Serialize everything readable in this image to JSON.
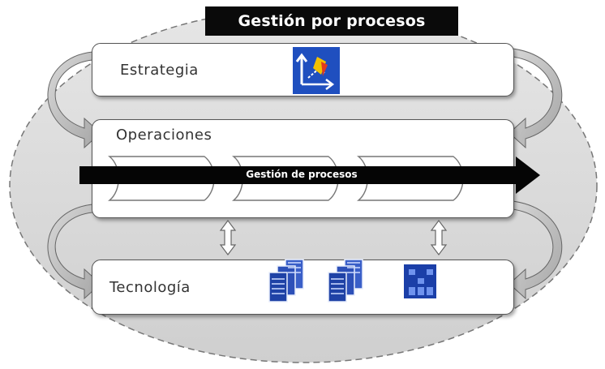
{
  "title": "Gestión por procesos",
  "layers": {
    "strategy": "Estrategia",
    "operations": "Operaciones",
    "technology": "Tecnología"
  },
  "process_arrow": "Gestión de procesos",
  "colors": {
    "title_bg": "#0a0a0a",
    "ellipse_fill": "#d9d9d9",
    "arrow": "#050505",
    "icon_blue": "#1f4fbf"
  },
  "icons": {
    "strategy": "strategy-chart-icon",
    "technology": [
      "server-cluster-icon",
      "server-cluster-icon",
      "data-block-icon"
    ]
  }
}
